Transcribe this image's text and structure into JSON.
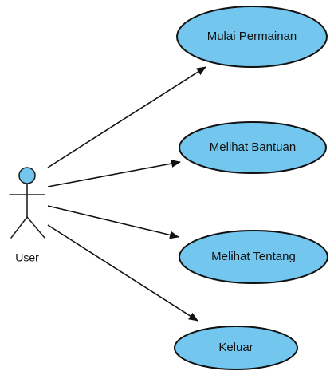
{
  "actor": {
    "label": "User",
    "head_color": "#73c7ee"
  },
  "use_cases": [
    {
      "label": "Mulai Permainan"
    },
    {
      "label": "Melihat Bantuan"
    },
    {
      "label": "Melihat Tentang"
    },
    {
      "label": "Keluar"
    }
  ],
  "colors": {
    "use_case_fill": "#73c7ee",
    "stroke": "#111111"
  }
}
